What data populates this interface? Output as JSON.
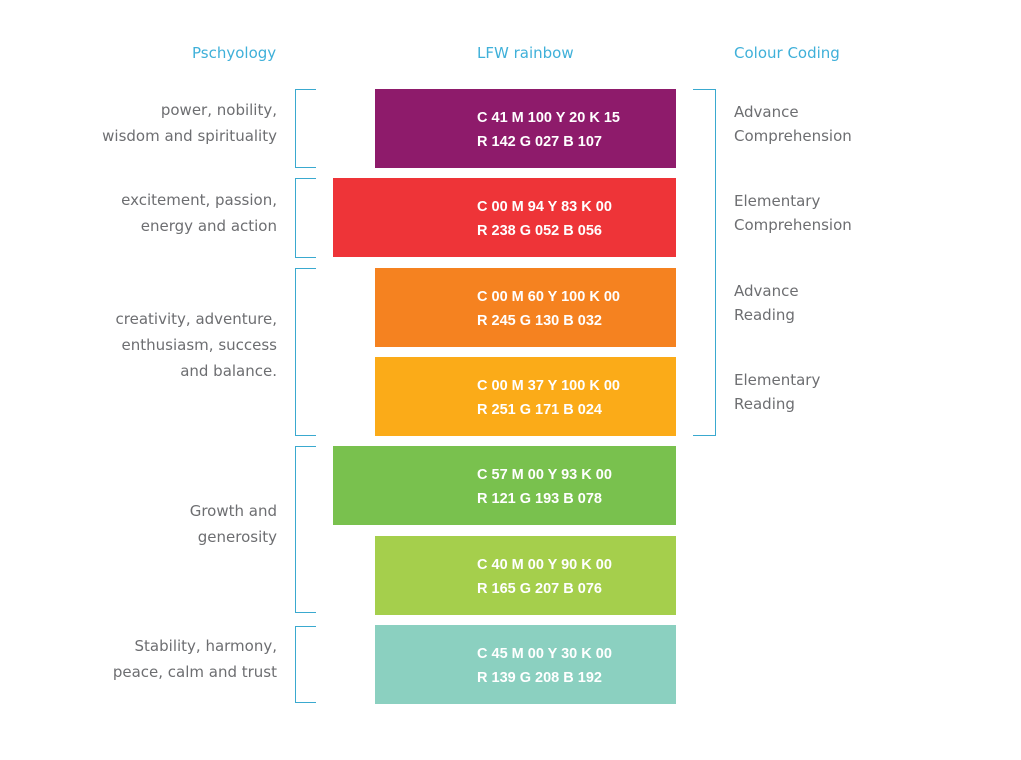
{
  "headers": {
    "psychology": "Pschyology",
    "rainbow": "LFW rainbow",
    "coding": "Colour Coding"
  },
  "psychology": [
    [
      "power, nobility,",
      "wisdom and spirituality"
    ],
    [
      "excitement, passion,",
      "energy and action"
    ],
    [
      "creativity, adventure,",
      "enthusiasm, success",
      "and balance."
    ],
    [
      "Growth and",
      "generosity"
    ],
    [
      "Stability, harmony,",
      "peace, calm and trust"
    ]
  ],
  "colors": [
    {
      "cmyk": "C 41 M 100 Y 20 K 15",
      "rgb": "R 142 G 027 B 107",
      "hex": "#8e1b6b"
    },
    {
      "cmyk": "C 00 M 94 Y 83 K 00",
      "rgb": "R 238 G 052 B 056",
      "hex": "#ee3438"
    },
    {
      "cmyk": "C 00 M 60 Y 100 K 00",
      "rgb": "R 245 G 130 B 032",
      "hex": "#f58220"
    },
    {
      "cmyk": "C 00 M 37 Y 100 K 00",
      "rgb": "R 251 G 171 B 024",
      "hex": "#fbab18"
    },
    {
      "cmyk": "C 57 M 00 Y 93 K 00",
      "rgb": "R 121 G 193 B 078",
      "hex": "#79c14e"
    },
    {
      "cmyk": "C 40 M 00 Y 90 K 00",
      "rgb": "R 165 G 207 B 076",
      "hex": "#a5cf4c"
    },
    {
      "cmyk": "C 45 M 00 Y 30 K 00",
      "rgb": "R 139 G 208 B 192",
      "hex": "#8bd0c0"
    }
  ],
  "coding": [
    [
      "Advance",
      "Comprehension"
    ],
    [
      "Elementary",
      "Comprehension"
    ],
    [
      "Advance",
      "Reading"
    ],
    [
      "Elementary",
      "Reading"
    ]
  ]
}
